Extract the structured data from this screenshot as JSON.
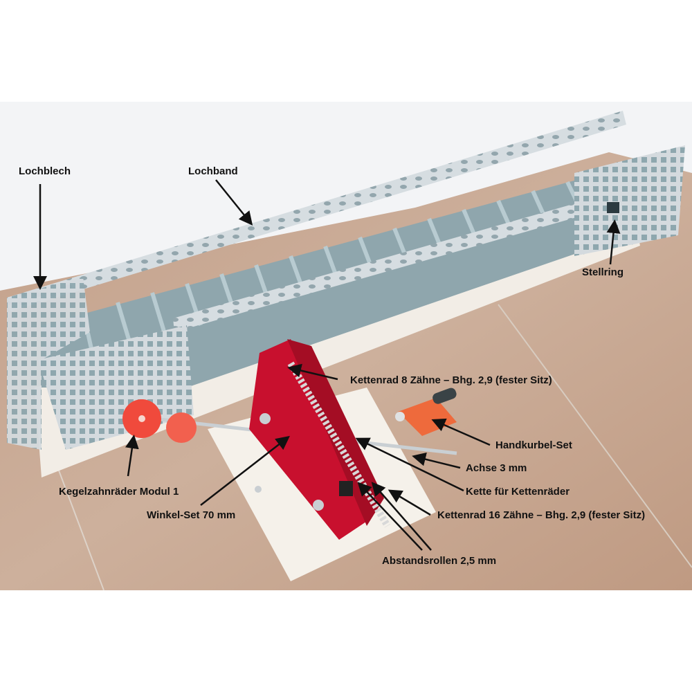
{
  "figure": {
    "subject": "Conveyor belt model kit with labeled components",
    "colors": {
      "wall": "#f3f4f6",
      "table": "#c9a58c",
      "belt": "#8faab3",
      "metal": "#cfd6dc",
      "red_part": "#c8102e",
      "gear_orange": "#f04a3c",
      "base_board": "#f4efe8",
      "label_text": "#111111"
    }
  },
  "labels": [
    {
      "id": "lochblech",
      "text": "Lochblech"
    },
    {
      "id": "lochband",
      "text": "Lochband"
    },
    {
      "id": "stellring",
      "text": "Stellring"
    },
    {
      "id": "kettenrad8",
      "text": "Kettenrad 8 Zähne – Bhg. 2,9 (fester Sitz)"
    },
    {
      "id": "handkurbel",
      "text": "Handkurbel-Set"
    },
    {
      "id": "achse",
      "text": "Achse 3 mm"
    },
    {
      "id": "kette",
      "text": "Kette für Kettenräder"
    },
    {
      "id": "kettenrad16",
      "text": "Kettenrad 16 Zähne – Bhg. 2,9 (fester Sitz)"
    },
    {
      "id": "kegelzahnraeder",
      "text": "Kegelzahnräder Modul 1"
    },
    {
      "id": "winkelset",
      "text": "Winkel-Set 70 mm"
    },
    {
      "id": "abstandsrollen",
      "text": "Abstandsrollen 2,5 mm"
    }
  ]
}
